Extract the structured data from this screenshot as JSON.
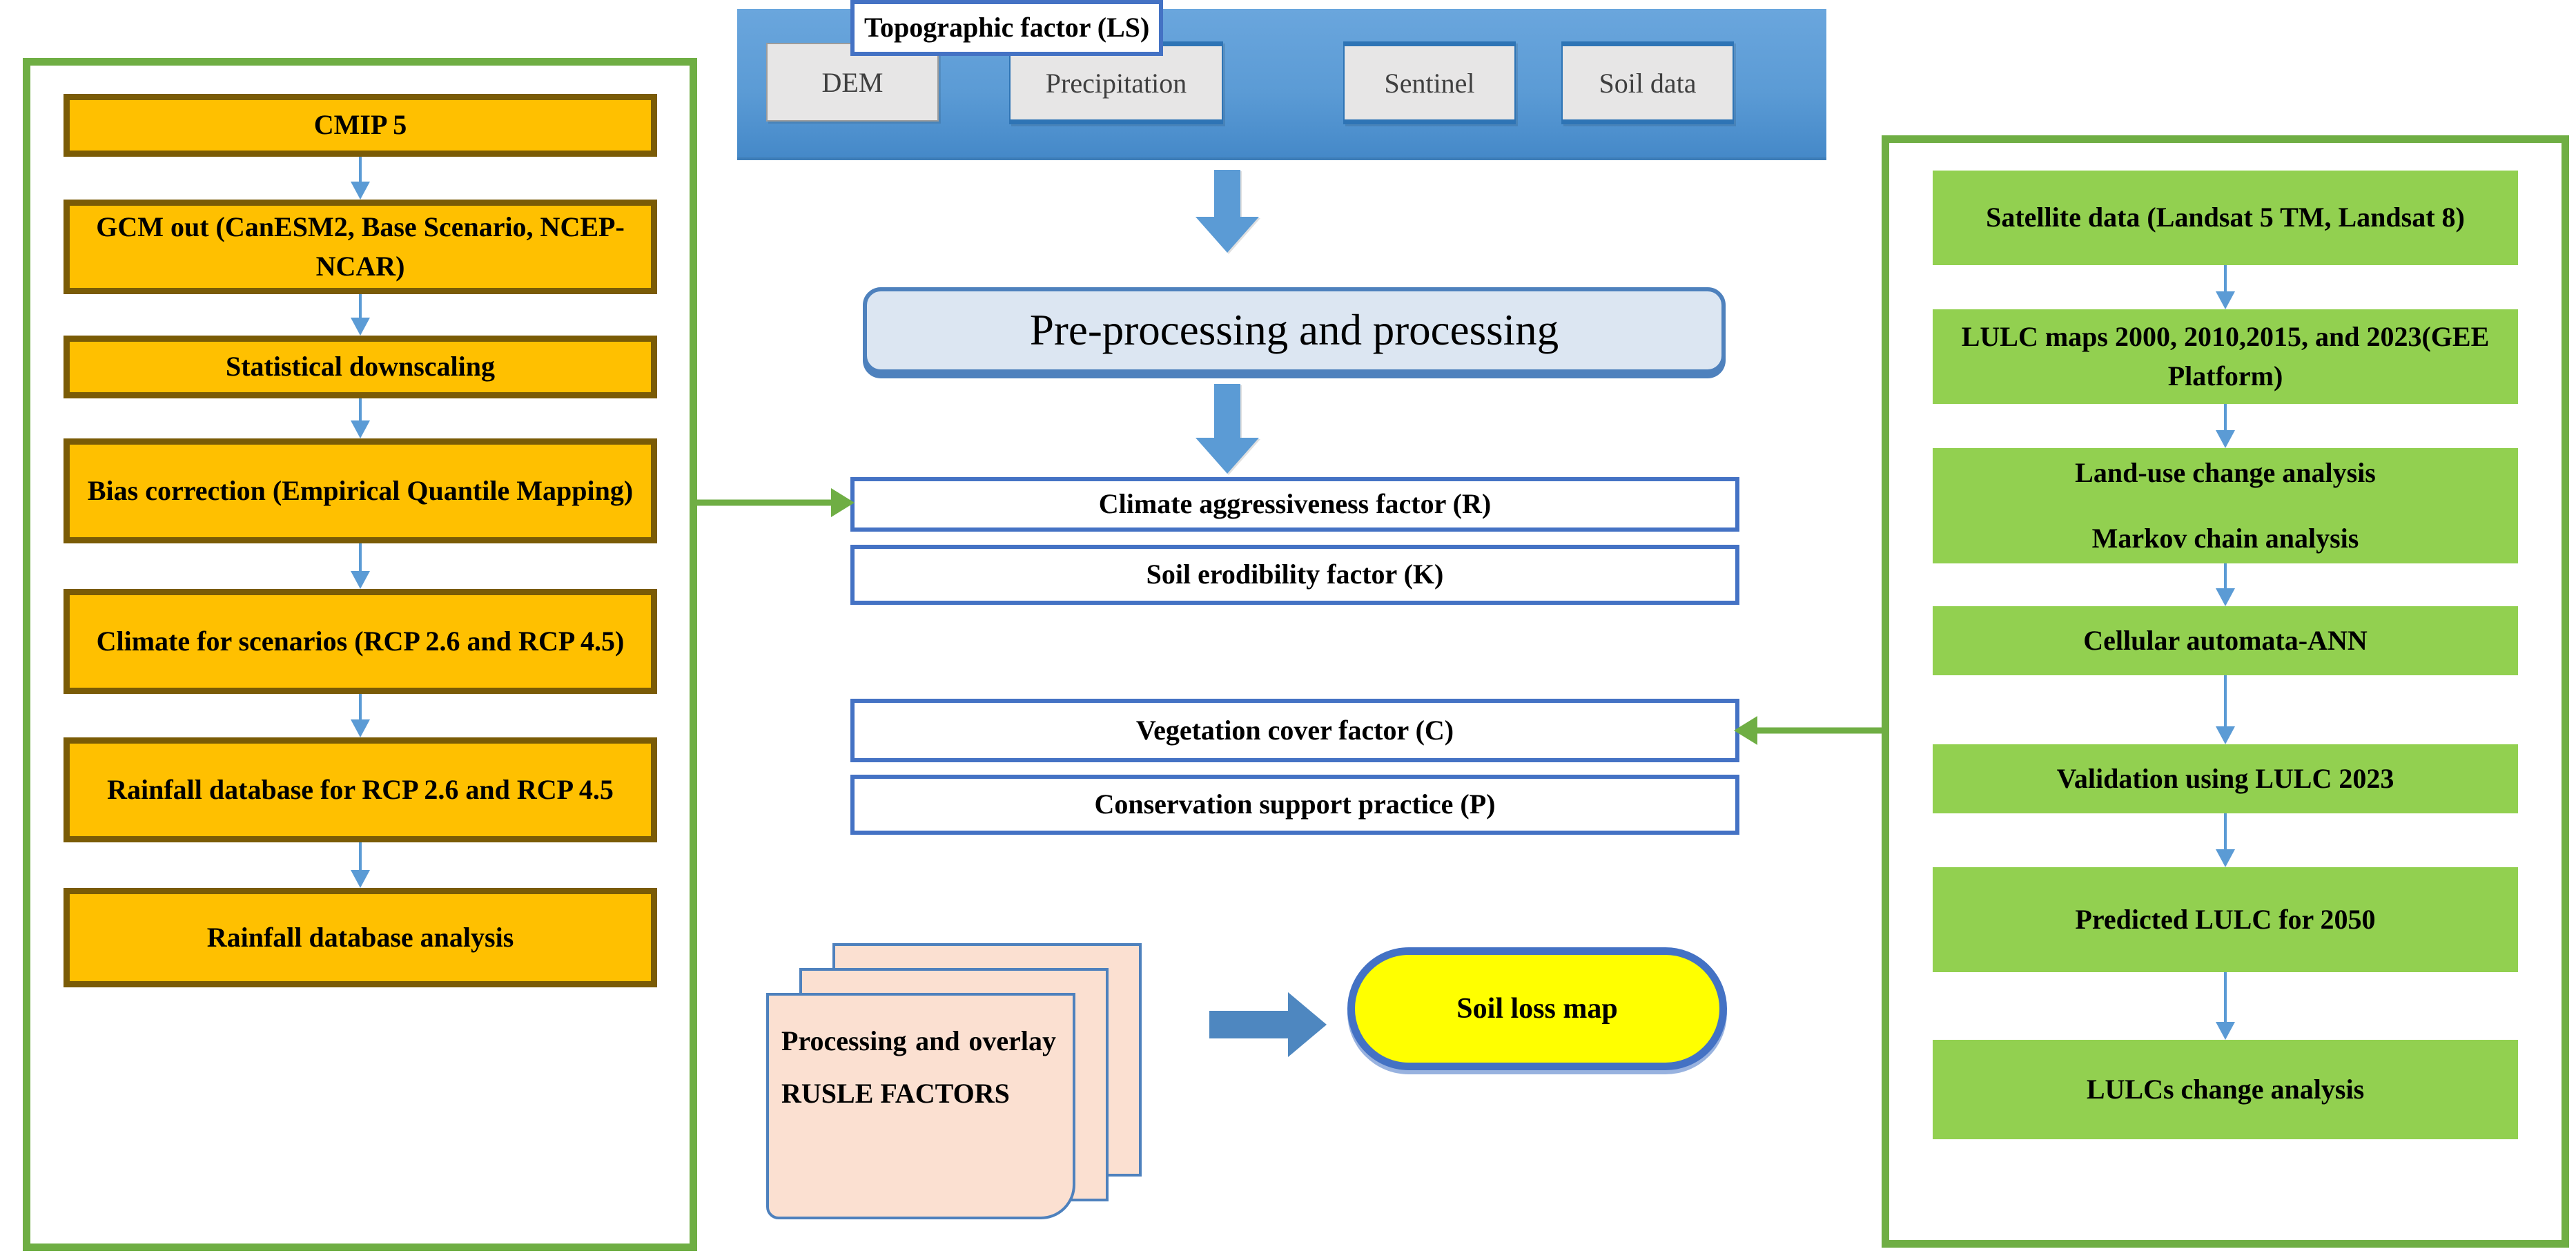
{
  "left_panel": {
    "name": "climate-scenario-workflow",
    "border_color": "#6FAE44",
    "box_fill": "#FFC000",
    "box_border": "#7A5B06",
    "boxes": [
      {
        "label": "CMIP 5"
      },
      {
        "label": "GCM out (CanESM2, Base Scenario, NCEP-NCAR)"
      },
      {
        "label": "Statistical downscaling"
      },
      {
        "label": "Bias correction (Empirical Quantile Mapping)"
      },
      {
        "label": "Climate for scenarios (RCP 2.6 and RCP 4.5)"
      },
      {
        "label": "Rainfall database for RCP 2.6 and RCP 4.5"
      },
      {
        "label": "Rainfall database analysis"
      }
    ]
  },
  "input_panel": {
    "name": "input-data-sources",
    "fill": "#5B9BD5",
    "chip_fill": "#E7E6E6",
    "chips": [
      {
        "label": "DEM"
      },
      {
        "label": "Precipitation"
      },
      {
        "label": "Sentinel"
      },
      {
        "label": "Soil data"
      }
    ]
  },
  "center": {
    "processing": {
      "label": "Pre-processing and processing",
      "fill": "#DCE6F2",
      "border": "#4E81BD"
    },
    "factors_border": "#4472C4",
    "factors": [
      {
        "label": "Climate aggressiveness factor (R)"
      },
      {
        "label": "Soil erodibility factor (K)"
      },
      {
        "label": "Topographic factor (LS)"
      },
      {
        "label": "Vegetation cover factor (C)"
      },
      {
        "label": "Conservation support practice (P)"
      }
    ],
    "doc_stack": {
      "label": "Processing and overlay RUSLE FACTORS",
      "fill": "#FBE0D1",
      "border": "#4E81BD"
    },
    "output": {
      "label": "Soil loss map",
      "fill": "#FFFF00",
      "border": "#4472C4"
    }
  },
  "right_panel": {
    "name": "lulc-prediction-workflow",
    "border_color": "#6FAE44",
    "box_fill": "#92D050",
    "boxes": [
      {
        "label": "Satellite data (Landsat 5 TM, Landsat 8)"
      },
      {
        "label": "LULC maps 2000, 2010,2015, and 2023(GEE Platform)"
      },
      {
        "line1": "Land-use change analysis",
        "line2": "Markov chain analysis"
      },
      {
        "label": "Cellular automata-ANN"
      },
      {
        "label": "Validation using LULC 2023"
      },
      {
        "label": "Predicted LULC for 2050"
      },
      {
        "label": "LULCs change analysis"
      }
    ]
  },
  "connectors": {
    "left_to_center": "green-arrow-right",
    "right_to_center": "green-arrow-left",
    "doc_to_output": "blue-arrow-right"
  }
}
